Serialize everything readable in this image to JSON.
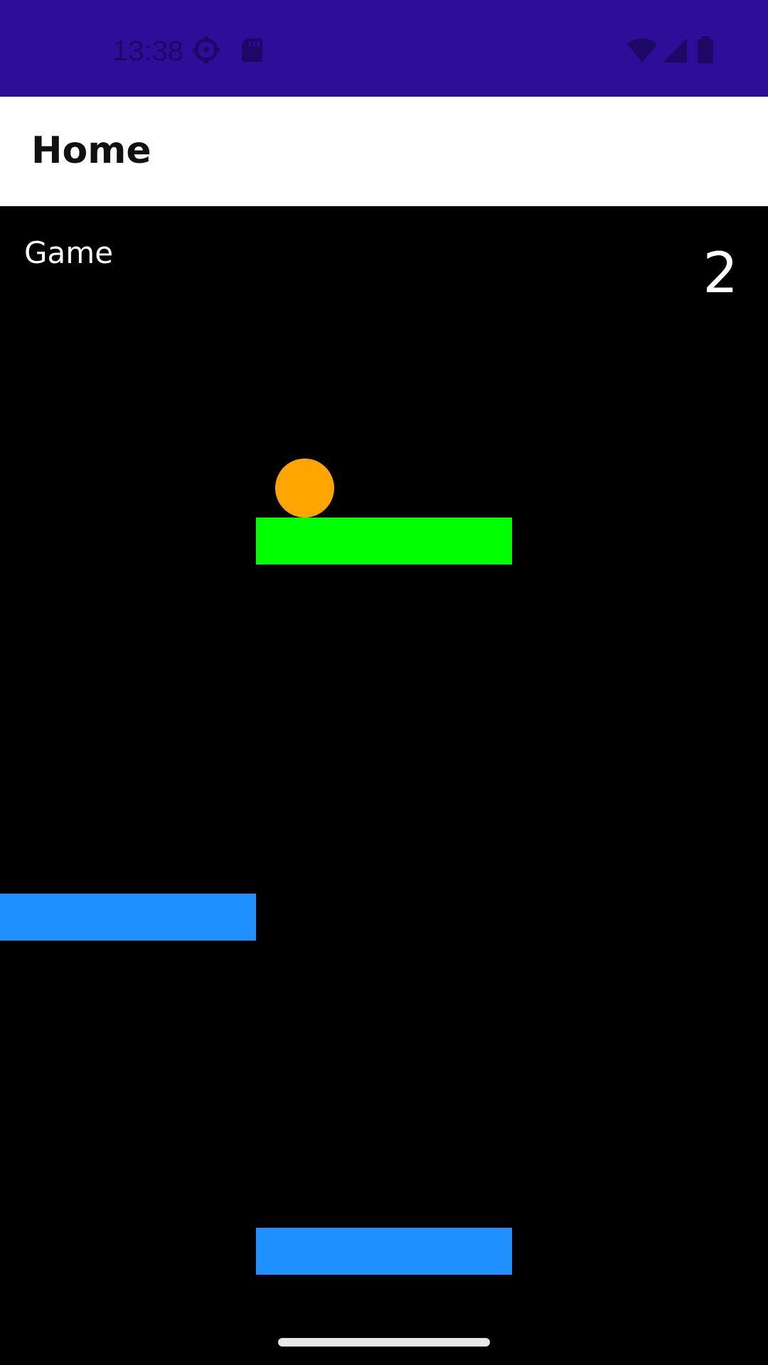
{
  "status_bar": {
    "time": "13:38",
    "background_color": "#2E0D99",
    "icons_left": [
      "settings-gear-icon",
      "sd-card-icon"
    ],
    "icons_right": [
      "wifi-icon",
      "cellular-signal-icon",
      "battery-icon"
    ]
  },
  "app_bar": {
    "title": "Home"
  },
  "game": {
    "label": "Game",
    "score": "2",
    "background_color": "#000000",
    "ball_color": "#FFA500",
    "active_platform_color": "#00FF00",
    "platform_color": "#1E90FF"
  }
}
